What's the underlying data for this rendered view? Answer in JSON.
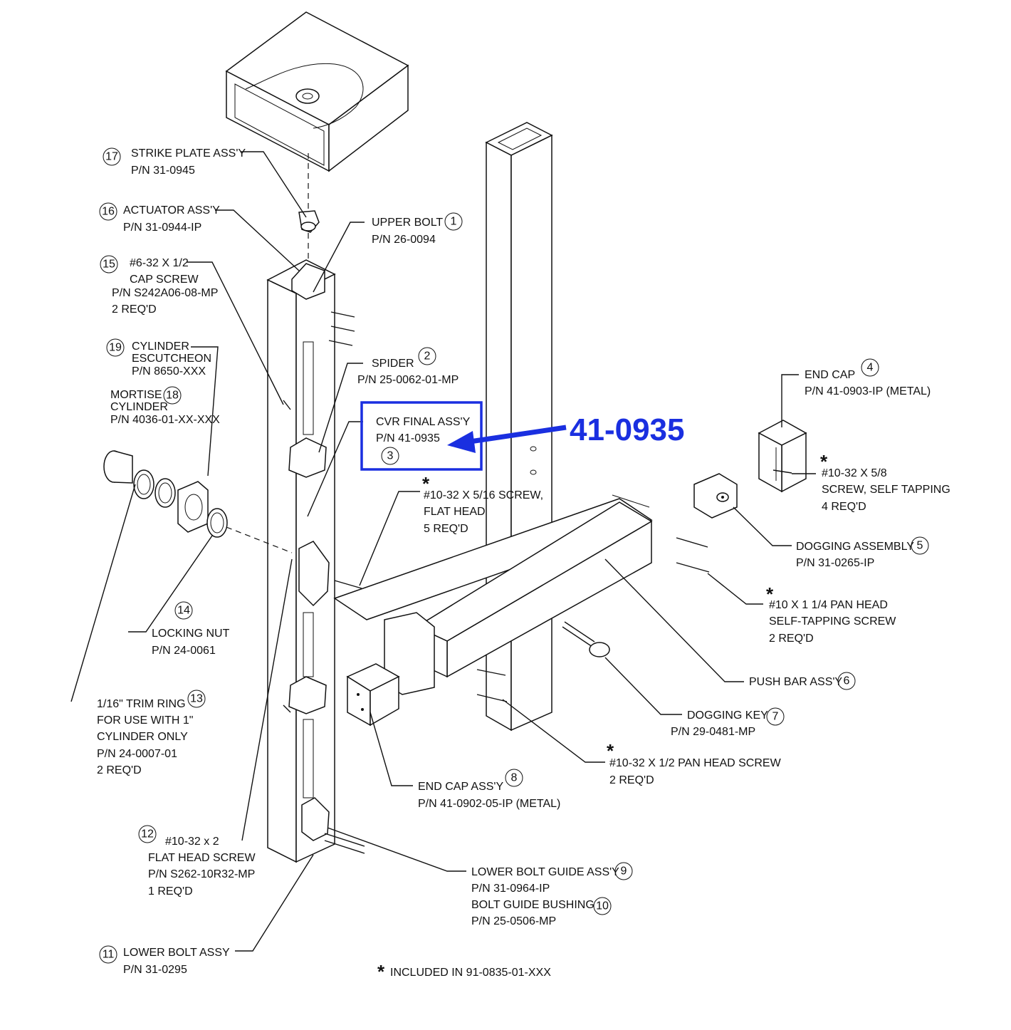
{
  "callouts": {
    "c1": {
      "num": "1",
      "lines": [
        "UPPER BOLT",
        "P/N 26-0094"
      ]
    },
    "c2": {
      "num": "2",
      "lines": [
        "SPIDER",
        "P/N 25-0062-01-MP"
      ]
    },
    "c3": {
      "num": "3",
      "lines": [
        "CVR FINAL ASS'Y",
        "P/N 41-0935"
      ]
    },
    "c4": {
      "num": "4",
      "lines": [
        "END CAP",
        "P/N   41-0903-IP (METAL)"
      ]
    },
    "c5": {
      "num": "5",
      "lines": [
        "DOGGING ASSEMBLY",
        "P/N 31-0265-IP"
      ]
    },
    "c6": {
      "num": "6",
      "lines": [
        "PUSH BAR ASS'Y"
      ]
    },
    "c7": {
      "num": "7",
      "lines": [
        "DOGGING KEY",
        "P/N 29-0481-MP"
      ]
    },
    "c8": {
      "num": "8",
      "lines": [
        "END CAP ASS'Y",
        "P/N  41-0902-05-IP (METAL)"
      ]
    },
    "c9": {
      "num": "9",
      "lines": [
        "LOWER BOLT GUIDE ASS'Y",
        "P/N 31-0964-IP"
      ]
    },
    "c10": {
      "num": "10",
      "lines": [
        "BOLT GUIDE BUSHING",
        "P/N 25-0506-MP"
      ]
    },
    "c11": {
      "num": "11",
      "lines": [
        "LOWER BOLT ASSY",
        "P/N 31-0295"
      ]
    },
    "c12": {
      "num": "12",
      "lines": [
        "#10-32 x 2",
        "FLAT HEAD SCREW",
        "P/N S262-10R32-MP",
        "1 REQ'D"
      ]
    },
    "c13": {
      "num": "13",
      "lines": [
        "1/16\" TRIM RING",
        "FOR USE WITH 1\"",
        "CYLINDER ONLY",
        "P/N 24-0007-01",
        "2 REQ'D"
      ]
    },
    "c14": {
      "num": "14",
      "lines": [
        "LOCKING NUT",
        "P/N 24-0061"
      ]
    },
    "c15": {
      "num": "15",
      "lines": [
        "#6-32 X 1/2",
        "CAP SCREW",
        "P/N S242A06-08-MP",
        "2 REQ'D"
      ]
    },
    "c16": {
      "num": "16",
      "lines": [
        "ACTUATOR ASS'Y",
        "P/N 31-0944-IP"
      ]
    },
    "c17": {
      "num": "17",
      "lines": [
        "STRIKE PLATE ASS'Y",
        "P/N 31-0945"
      ]
    },
    "c18": {
      "num": "18",
      "lines": [
        "MORTISE",
        "CYLINDER",
        "P/N 4036-01-XX-XXX"
      ]
    },
    "c19": {
      "num": "19",
      "lines": [
        "CYLINDER",
        "ESCUTCHEON",
        "P/N 8650-XXX"
      ]
    }
  },
  "screws": {
    "s1": {
      "lines": [
        "#10-32 X 5/16 SCREW,",
        "FLAT HEAD",
        "5 REQ'D"
      ]
    },
    "s2": {
      "lines": [
        "#10-32 X 5/8",
        "SCREW, SELF TAPPING",
        "4 REQ'D"
      ]
    },
    "s3": {
      "lines": [
        "#10 X 1 1/4 PAN HEAD",
        "SELF-TAPPING SCREW",
        "2 REQ'D"
      ]
    },
    "s4": {
      "lines": [
        "#10-32 X 1/2 PAN HEAD SCREW",
        "2 REQ'D"
      ]
    }
  },
  "asterisk": "*",
  "footnote": "INCLUDED IN 91-0835-01-XXX",
  "highlight": {
    "part_number": "41-0935",
    "color": "#1a2fe0"
  }
}
